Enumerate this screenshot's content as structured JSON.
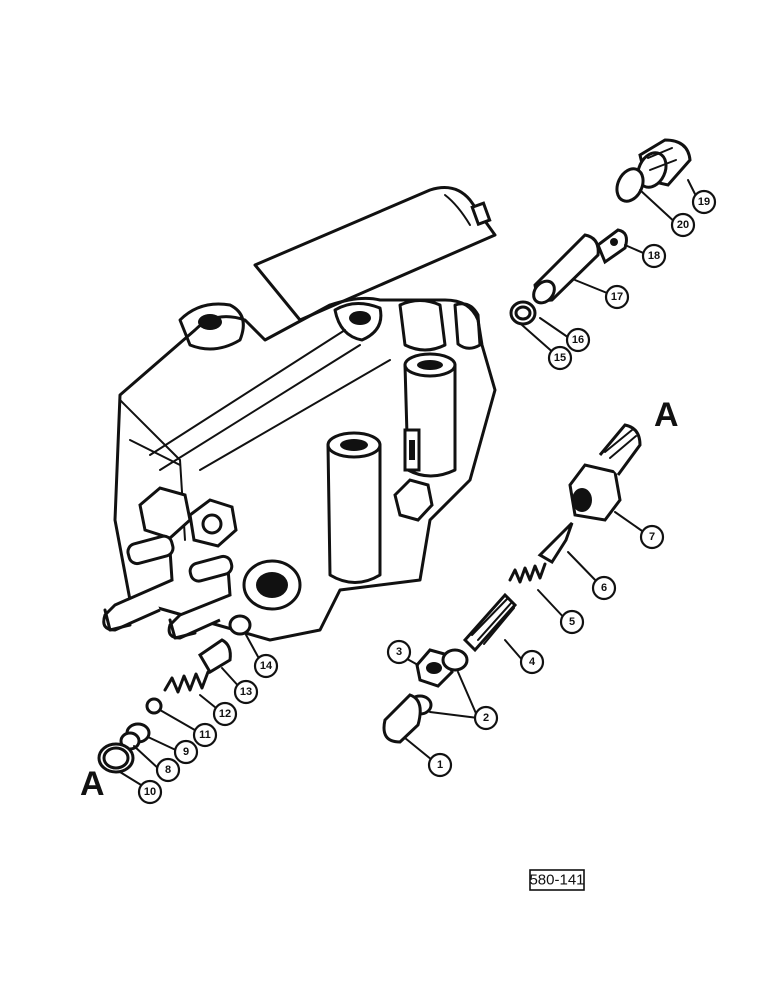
{
  "diagram": {
    "callouts": [
      {
        "label": "1"
      },
      {
        "label": "2"
      },
      {
        "label": "3"
      },
      {
        "label": "4"
      },
      {
        "label": "5"
      },
      {
        "label": "6"
      },
      {
        "label": "7"
      },
      {
        "label": "8"
      },
      {
        "label": "9"
      },
      {
        "label": "10"
      },
      {
        "label": "11"
      },
      {
        "label": "12"
      },
      {
        "label": "13"
      },
      {
        "label": "14"
      },
      {
        "label": "15"
      },
      {
        "label": "16"
      },
      {
        "label": "17"
      },
      {
        "label": "18"
      },
      {
        "label": "19"
      },
      {
        "label": "20"
      }
    ],
    "connection_marks": [
      {
        "label": "A"
      },
      {
        "label": "A"
      }
    ],
    "reference_number": "580-141"
  }
}
